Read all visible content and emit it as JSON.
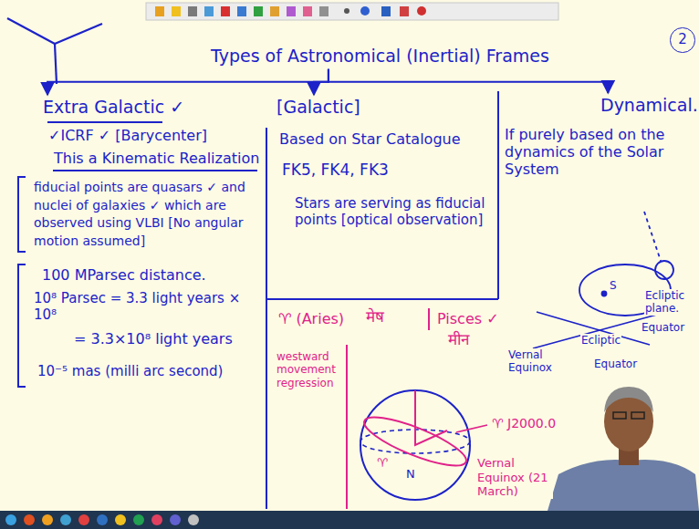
{
  "diagram": {
    "nodes": [
      {
        "text": [
          "2"
        ]
      },
      {
        "text": [
          "Types of Astronomical (Inertial) Frames"
        ]
      },
      {
        "text": [
          "Extra Galactic ✓"
        ]
      },
      {
        "text": [
          "[Galactic]"
        ]
      },
      {
        "text": [
          "Dynamical."
        ]
      }
    ],
    "edges": [
      {
        "from": 1,
        "to": 2,
        "arrow": "to"
      },
      {
        "from": 1,
        "to": 3,
        "arrow": "to"
      },
      {
        "from": 1,
        "to": 4,
        "arrow": "to"
      }
    ],
    "labels": [
      "✓ICRF ✓ [Barycenter]",
      "This a Kinematic Realization",
      "fiducial points are quasars ✓ and nuclei of galaxies ✓ which are observed using VLBI [No angular motion assumed]",
      "100 MParsec distance.",
      "10⁸ Parsec = 3.3 light years × 10⁸",
      "= 3.3×10⁸ light years",
      "10⁻⁵ mas (milli arc second)",
      "Based on Star Catalogue",
      "FK5, FK4, FK3",
      "Stars are serving as fiducial points [optical observation]",
      "If purely based on the dynamics of the Solar System",
      "S",
      "Ecliptic plane.",
      "Equator",
      "Ecliptic",
      "Equator",
      "Vernal Equinox",
      "♈ (Aries)",
      "मेष",
      "Pisces ✓",
      "मीन",
      "westward movement regression",
      "♈ J2000.0",
      "Vernal Equinox (21 March)",
      "N",
      "♈"
    ]
  }
}
